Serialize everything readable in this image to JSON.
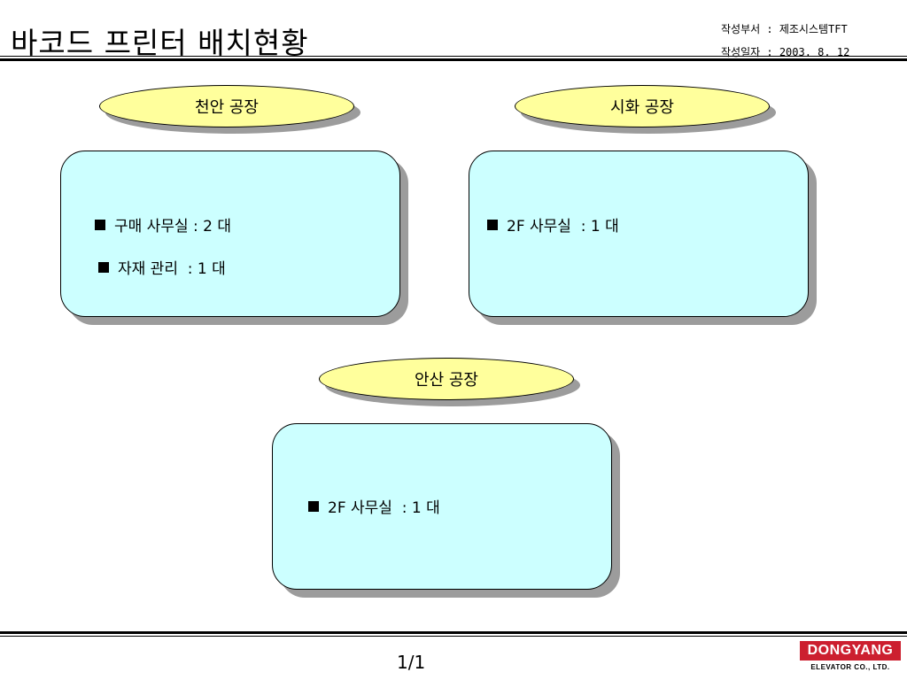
{
  "header": {
    "title": "바코드 프린터 배치현황",
    "dept": "작성부서 : 제조시스템TFT",
    "date": "작성일자 : 2003. 8. 12"
  },
  "sites": [
    {
      "name": "천안 공장",
      "lines": [
        "구매 사무실 : 2 대",
        "자재 관리  : 1 대"
      ]
    },
    {
      "name": "시화 공장",
      "lines": [
        "2F 사무실  : 1 대"
      ]
    },
    {
      "name": "안산 공장",
      "lines": [
        "2F 사무실  : 1 대"
      ]
    }
  ],
  "footer": {
    "page": "1/1",
    "logo_main": "DONGYANG",
    "logo_sub": "ELEVATOR CO., LTD."
  },
  "colors": {
    "ellipse_fill": "#ffff9c",
    "box_fill": "#ccffff",
    "logo_red": "#cc1f2f"
  }
}
